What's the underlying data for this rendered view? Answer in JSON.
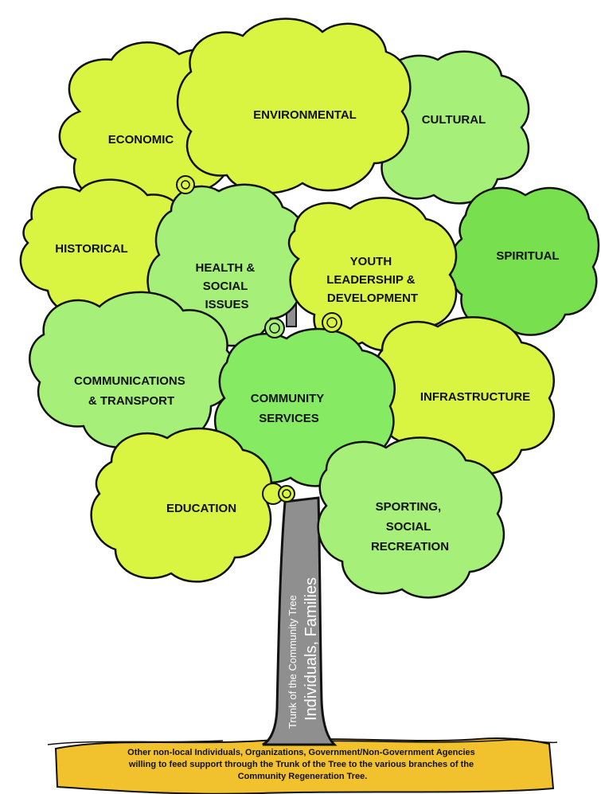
{
  "colors": {
    "lime": "#d9f542",
    "light_green": "#a6f07a",
    "mid_green": "#86ea62",
    "bright_green": "#78e04e",
    "trunk": "#8f8f8f",
    "ground": "#f2c12e",
    "outline": "#111111"
  },
  "clouds": {
    "economic": "ECONOMIC",
    "environmental": "ENVIRONMENTAL",
    "cultural": "CULTURAL",
    "historical": "HISTORICAL",
    "health": [
      "HEALTH &",
      "SOCIAL",
      "ISSUES"
    ],
    "youth": [
      "YOUTH",
      "LEADERSHIP &",
      "DEVELOPMENT"
    ],
    "spiritual": "SPIRITUAL",
    "communications": [
      "COMMUNICATIONS",
      "& TRANSPORT"
    ],
    "community_services": [
      "COMMUNITY",
      "SERVICES"
    ],
    "infrastructure": "INFRASTRUCTURE",
    "education": "EDUCATION",
    "sporting": [
      "SPORTING,",
      "SOCIAL",
      "RECREATION"
    ]
  },
  "trunk": {
    "caption_small": "Trunk of the Community Tree",
    "caption_large": "Individuals, Families"
  },
  "ground": {
    "lines": [
      "Other non-local Individuals, Organizations, Government/Non-Government Agencies",
      "willing to feed support through the Trunk of the Tree to the various branches of the",
      "Community Regeneration Tree."
    ]
  }
}
